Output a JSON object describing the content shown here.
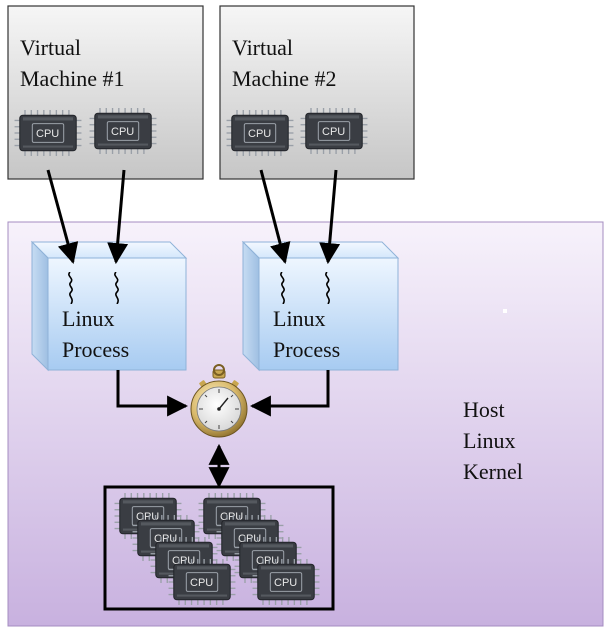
{
  "vm1": {
    "line1": "Virtual",
    "line2": "Machine #1"
  },
  "vm2": {
    "line1": "Virtual",
    "line2": "Machine #2"
  },
  "process1": {
    "line1": "Linux",
    "line2": "Process"
  },
  "process2": {
    "line1": "Linux",
    "line2": "Process"
  },
  "host": {
    "line1": "Host",
    "line2": "Linux",
    "line3": "Kernel"
  },
  "cpu_label": "CPU",
  "colors": {
    "vm_box_top": "#f4f4f4",
    "vm_box_bottom": "#c8c8c8",
    "host_top": "#f6f0fa",
    "host_bottom": "#c9b3e0",
    "process_front_top": "#e9f3ff",
    "process_front_bottom": "#a9cdf2",
    "cpu_chip": "#3c3f45"
  },
  "icons": {
    "cpu": "cpu-chip-icon",
    "scheduler": "stopwatch-icon",
    "thread": "thread-squiggle-icon"
  }
}
